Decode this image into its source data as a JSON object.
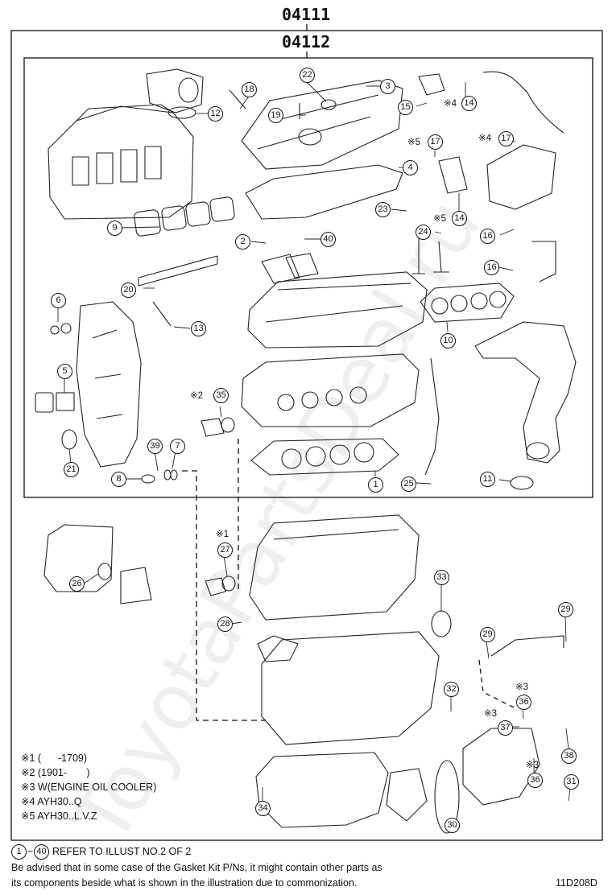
{
  "header": {
    "code_outer": "04111",
    "code_inner": "04112"
  },
  "watermark": "ToyotaPartsDeal.ru",
  "callouts": [
    {
      "id": "c1",
      "n": "1"
    },
    {
      "id": "c2",
      "n": "2"
    },
    {
      "id": "c3",
      "n": "3"
    },
    {
      "id": "c4",
      "n": "4"
    },
    {
      "id": "c5",
      "n": "5"
    },
    {
      "id": "c6",
      "n": "6"
    },
    {
      "id": "c7",
      "n": "7"
    },
    {
      "id": "c8",
      "n": "8"
    },
    {
      "id": "c9",
      "n": "9"
    },
    {
      "id": "c10",
      "n": "10"
    },
    {
      "id": "c11",
      "n": "11"
    },
    {
      "id": "c12",
      "n": "12"
    },
    {
      "id": "c13",
      "n": "13"
    },
    {
      "id": "c14a",
      "n": "14"
    },
    {
      "id": "c14b",
      "n": "14"
    },
    {
      "id": "c15",
      "n": "15"
    },
    {
      "id": "c16a",
      "n": "16"
    },
    {
      "id": "c16b",
      "n": "16"
    },
    {
      "id": "c17a",
      "n": "17"
    },
    {
      "id": "c17b",
      "n": "17"
    },
    {
      "id": "c18",
      "n": "18"
    },
    {
      "id": "c19",
      "n": "19"
    },
    {
      "id": "c20",
      "n": "20"
    },
    {
      "id": "c21",
      "n": "21"
    },
    {
      "id": "c22",
      "n": "22"
    },
    {
      "id": "c23",
      "n": "23"
    },
    {
      "id": "c24",
      "n": "24"
    },
    {
      "id": "c25",
      "n": "25"
    },
    {
      "id": "c26",
      "n": "26"
    },
    {
      "id": "c27",
      "n": "27"
    },
    {
      "id": "c28",
      "n": "28"
    },
    {
      "id": "c29a",
      "n": "29"
    },
    {
      "id": "c29b",
      "n": "29"
    },
    {
      "id": "c30",
      "n": "30"
    },
    {
      "id": "c31",
      "n": "31"
    },
    {
      "id": "c32",
      "n": "32"
    },
    {
      "id": "c33",
      "n": "33"
    },
    {
      "id": "c34",
      "n": "34"
    },
    {
      "id": "c35",
      "n": "35"
    },
    {
      "id": "c36a",
      "n": "36"
    },
    {
      "id": "c36b",
      "n": "36"
    },
    {
      "id": "c37",
      "n": "37"
    },
    {
      "id": "c38",
      "n": "38"
    },
    {
      "id": "c39",
      "n": "39"
    },
    {
      "id": "c40",
      "n": "40"
    }
  ],
  "marks": {
    "m1": "※1",
    "m2": "※2",
    "m3a": "※3",
    "m3b": "※3",
    "m3c": "※3",
    "m4a": "※4",
    "m4b": "※4",
    "m5a": "※5",
    "m5b": "※5"
  },
  "notes": [
    "※1 (      -1709)",
    "※2 (1901-       )",
    "※3 W(ENGINE OIL COOLER)",
    "※4 AYH30..Q",
    "※5 AYH30..L.V.Z"
  ],
  "footer": {
    "range_start": "1",
    "range_end": "40",
    "range_sep": "~",
    "refer_text": "REFER TO ILLUST NO.2 OF 2",
    "advice_line1": "Be advised that in some case of the Gasket Kit P/Ns,  it might contain other parts as",
    "advice_line2": "its components beside what is shown in the illustration due to commonization.",
    "illustration_id": "11D208D"
  }
}
